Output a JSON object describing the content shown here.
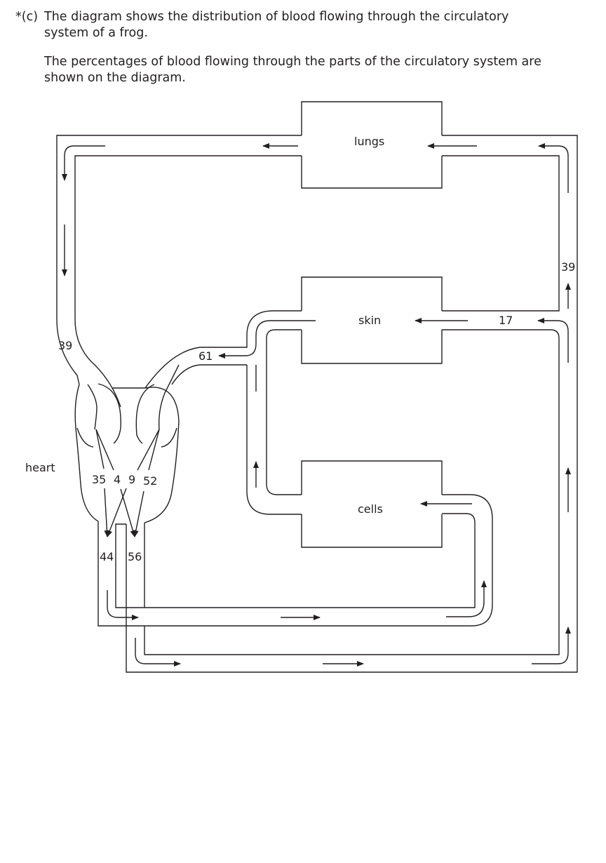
{
  "question": {
    "marker": "*(c)",
    "line1": "The diagram shows the distribution of blood flowing through the circulatory",
    "line2": "system of a frog.",
    "line3": "The percentages of blood flowing through the parts of the circulatory system are",
    "line4": "shown on the diagram."
  },
  "diagram": {
    "labels": {
      "lungs": "lungs",
      "skin": "skin",
      "cells": "cells",
      "heart": "heart"
    },
    "values": {
      "left_vein": "39",
      "right_pulmonary": "39",
      "skin": "17",
      "systemic_return": "61",
      "atrium_left_a": "35",
      "atrium_left_b": "4",
      "atrium_right_a": "9",
      "atrium_right_b": "52",
      "outflow_left": "44",
      "outflow_right": "56"
    }
  }
}
